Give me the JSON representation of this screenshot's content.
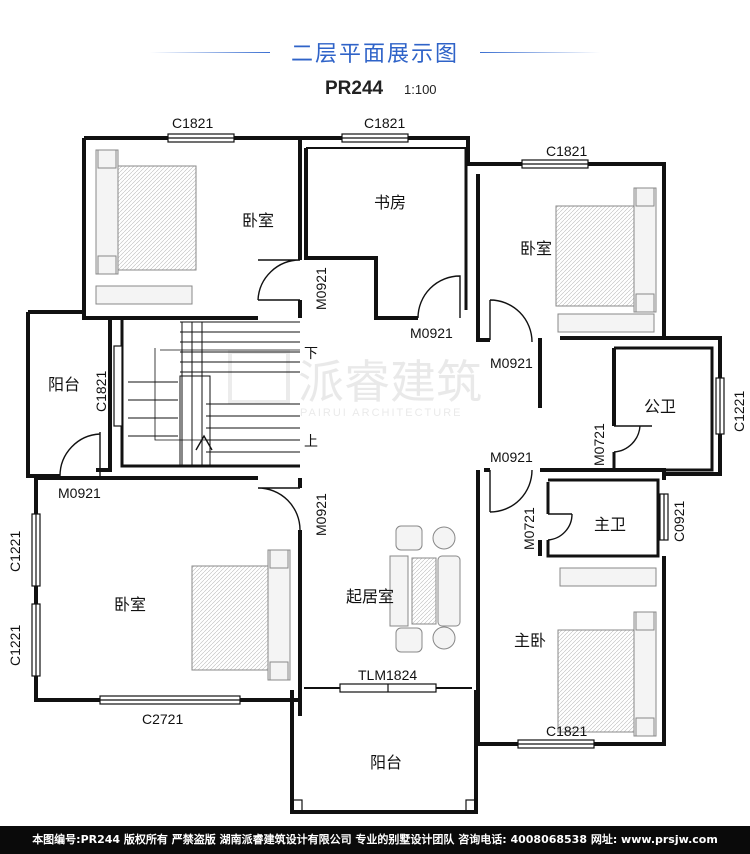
{
  "header": {
    "title": "二层平面展示图",
    "code": "PR244",
    "scale": "1:100"
  },
  "watermark": {
    "main": "派睿建筑",
    "sub": "PAIRUI ARCHITECTURE"
  },
  "rooms": {
    "bed_nw": "卧室",
    "study": "书房",
    "bed_ne": "卧室",
    "balcony_w": "阳台",
    "public_bath": "公卫",
    "master_bath": "主卫",
    "bed_sw": "卧室",
    "living": "起居室",
    "master_bed": "主卧",
    "balcony_s": "阳台"
  },
  "labels": {
    "c1821_nw": "C1821",
    "c1821_study": "C1821",
    "c1821_ne": "C1821",
    "c1821_balc": "C1821",
    "c1221_e": "C1221",
    "m0921_nw": "M0921",
    "m0921_study": "M0921",
    "m0921_ne": "M0921",
    "m0721_pub": "M0721",
    "m0921_balc": "M0921",
    "m0921_sw": "M0921",
    "m0921_master": "M0921",
    "m0721_master": "M0721",
    "c0921_master": "C0921",
    "c1221_w1": "C1221",
    "c1221_w2": "C1221",
    "c2721": "C2721",
    "tlm1824": "TLM1824",
    "c1821_master": "C1821",
    "stair_down": "下",
    "stair_up": "上"
  },
  "footer": {
    "text": "本图编号:PR244 版权所有 严禁盗版 湖南派睿建筑设计有限公司 专业的别墅设计团队 咨询电话: 4008068538 网址: www.prsjw.com"
  },
  "colors": {
    "title": "#2f63c8",
    "wall": "#111111",
    "footer_bg": "#0a0a0a"
  }
}
